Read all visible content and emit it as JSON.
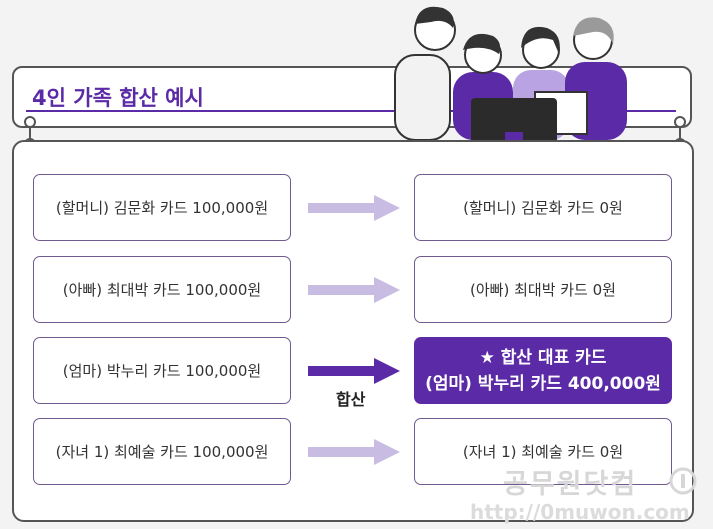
{
  "header": {
    "title": "4인 가족 합산 예시"
  },
  "before": [
    "(할머니) 김문화 카드 100,000원",
    "(아빠) 최대박 카드 100,000원",
    "(엄마) 박누리 카드 100,000원",
    "(자녀 1) 최예술 카드 100,000원"
  ],
  "after": [
    "(할머니) 김문화 카드 0원",
    "(아빠) 최대박 카드 0원",
    "(자녀 1) 최예술 카드 0원"
  ],
  "representative": {
    "line1": "★ 합산 대표 카드",
    "line2": "(엄마) 박누리 카드 400,000원"
  },
  "merge_label": "합산",
  "watermark": {
    "name": "공무원닷컴",
    "url": "http://0muwon.com"
  },
  "colors": {
    "accent": "#5b2aa6",
    "arrow_light": "#c9bce3",
    "border": "#6f5b8f"
  }
}
